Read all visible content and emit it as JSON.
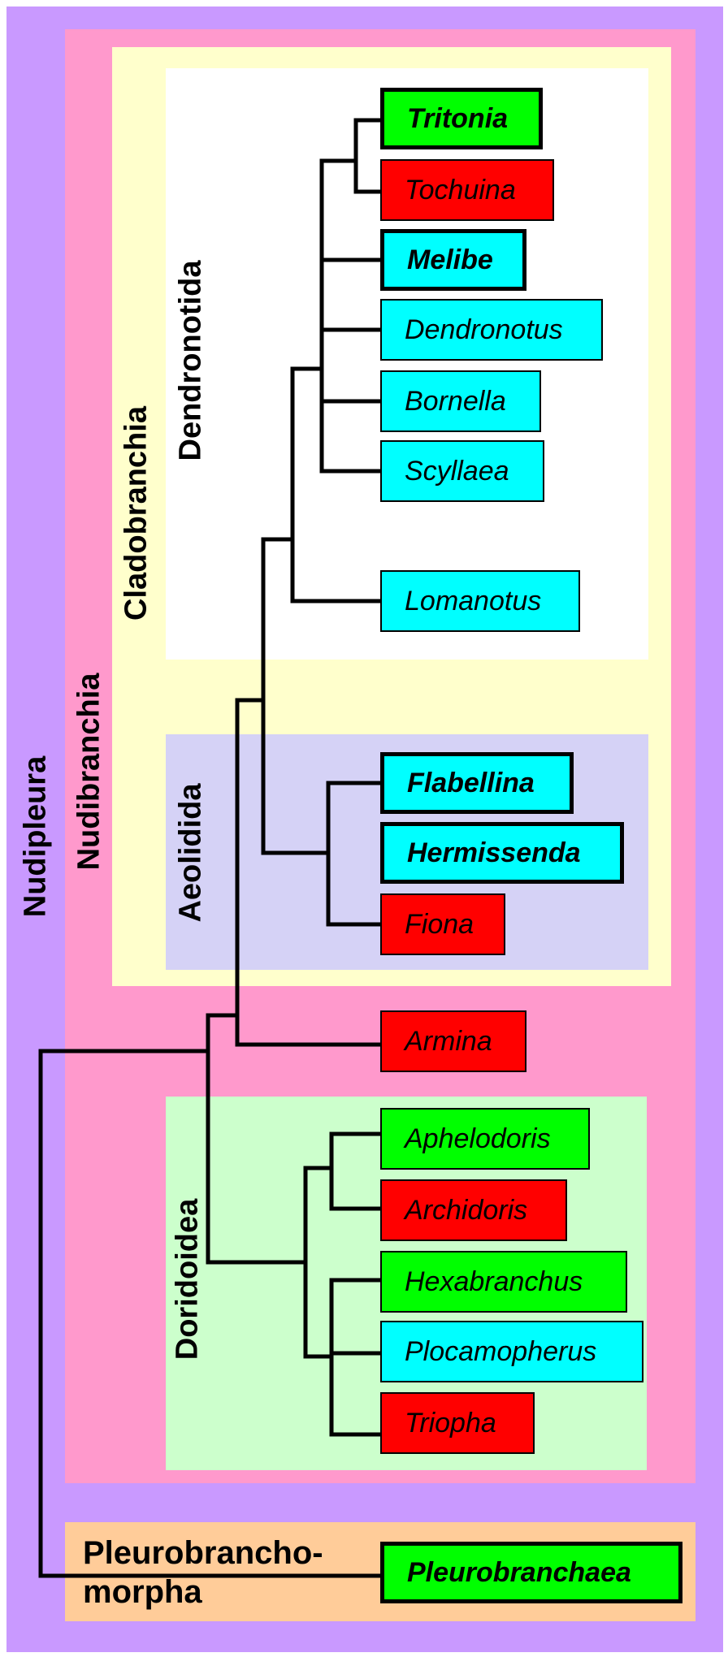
{
  "clades": {
    "nudipleura": "Nudipleura",
    "nudibranchia": "Nudibranchia",
    "cladobranchia": "Cladobranchia",
    "dendronotida": "Dendronotida",
    "aeolidida": "Aeolidida",
    "doridoidea": "Doridoidea",
    "pleuro_line1": "Pleurobrancho-",
    "pleuro_line2": "morpha"
  },
  "taxa": {
    "tritonia": "Tritonia",
    "tochuina": "Tochuina",
    "melibe": "Melibe",
    "dendronotus": "Dendronotus",
    "bornella": "Bornella",
    "scyllaea": "Scyllaea",
    "lomanotus": "Lomanotus",
    "flabellina": "Flabellina",
    "hermissenda": "Hermissenda",
    "fiona": "Fiona",
    "armina": "Armina",
    "aphelodoris": "Aphelodoris",
    "archidoris": "Archidoris",
    "hexabranchus": "Hexabranchus",
    "plocamopherus": "Plocamopherus",
    "triopha": "Triopha",
    "pleurobranchaea": "Pleurobranchaea"
  },
  "colors": {
    "green": "#00ff00",
    "red": "#ff0000",
    "cyan": "#00ffff",
    "nudipleura": "#c999ff",
    "nudibranchia": "#ff99cc",
    "cladobranchia": "#ffffcc",
    "dendronotida": "#ffffff",
    "aeolidida": "#d5d2f6",
    "doridoidea": "#ccffcc",
    "pleurobranchomorpha": "#ffcc99"
  }
}
